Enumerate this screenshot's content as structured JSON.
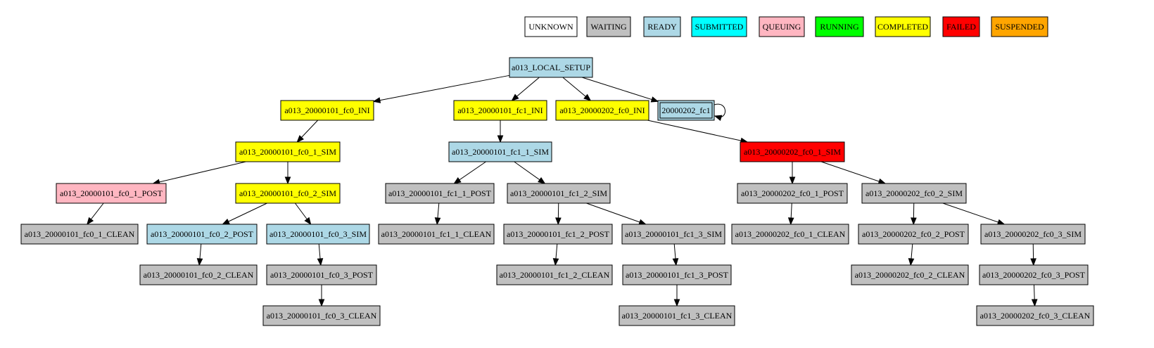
{
  "colors": {
    "UNKNOWN": "#ffffff",
    "WAITING": "#c0c0c0",
    "READY": "#add8e6",
    "SUBMITTED": "#00ffff",
    "QUEUING": "#ffb6c1",
    "RUNNING": "#00ff00",
    "COMPLETED": "#ffff00",
    "FAILED": "#ff0000",
    "SUSPENDED": "#ffa500"
  },
  "legend": [
    {
      "label": "UNKNOWN",
      "status": "UNKNOWN"
    },
    {
      "label": "WAITING",
      "status": "WAITING"
    },
    {
      "label": "READY",
      "status": "READY"
    },
    {
      "label": "SUBMITTED",
      "status": "SUBMITTED"
    },
    {
      "label": "QUEUING",
      "status": "QUEUING"
    },
    {
      "label": "RUNNING",
      "status": "RUNNING"
    },
    {
      "label": "COMPLETED",
      "status": "COMPLETED"
    },
    {
      "label": "FAILED",
      "status": "FAILED"
    },
    {
      "label": "SUSPENDED",
      "status": "SUSPENDED"
    }
  ],
  "nodes": [
    {
      "id": "local_setup",
      "label": "a013_LOCAL_SETUP",
      "status": "READY"
    },
    {
      "id": "fc0_ini",
      "label": "a013_20000101_fc0_INI",
      "status": "COMPLETED"
    },
    {
      "id": "fc1_ini",
      "label": "a013_20000101_fc1_INI",
      "status": "COMPLETED"
    },
    {
      "id": "b_fc0_ini",
      "label": "a013_20000202_fc0_INI",
      "status": "COMPLETED"
    },
    {
      "id": "b_fc1",
      "label": "20000202_fc1",
      "status": "READY",
      "double_border": true
    },
    {
      "id": "fc0_1_sim",
      "label": "a013_20000101_fc0_1_SIM",
      "status": "COMPLETED"
    },
    {
      "id": "fc1_1_sim",
      "label": "a013_20000101_fc1_1_SIM",
      "status": "READY"
    },
    {
      "id": "b_fc0_1_sim",
      "label": "a013_20000202_fc0_1_SIM",
      "status": "FAILED"
    },
    {
      "id": "fc0_1_post",
      "label": "a013_20000101_fc0_1_POST",
      "status": "QUEUING"
    },
    {
      "id": "fc0_2_sim",
      "label": "a013_20000101_fc0_2_SIM",
      "status": "COMPLETED"
    },
    {
      "id": "fc1_1_post",
      "label": "a013_20000101_fc1_1_POST",
      "status": "WAITING"
    },
    {
      "id": "fc1_2_sim",
      "label": "a013_20000101_fc1_2_SIM",
      "status": "WAITING"
    },
    {
      "id": "b_fc0_1_post",
      "label": "a013_20000202_fc0_1_POST",
      "status": "WAITING"
    },
    {
      "id": "b_fc0_2_sim",
      "label": "a013_20000202_fc0_2_SIM",
      "status": "WAITING"
    },
    {
      "id": "fc0_1_clean",
      "label": "a013_20000101_fc0_1_CLEAN",
      "status": "WAITING"
    },
    {
      "id": "fc0_2_post",
      "label": "a013_20000101_fc0_2_POST",
      "status": "READY"
    },
    {
      "id": "fc0_3_sim",
      "label": "a013_20000101_fc0_3_SIM",
      "status": "READY"
    },
    {
      "id": "fc1_1_clean",
      "label": "a013_20000101_fc1_1_CLEAN",
      "status": "WAITING"
    },
    {
      "id": "fc1_2_post",
      "label": "a013_20000101_fc1_2_POST",
      "status": "WAITING"
    },
    {
      "id": "fc1_3_sim",
      "label": "a013_20000101_fc1_3_SIM",
      "status": "WAITING"
    },
    {
      "id": "b_fc0_1_clean",
      "label": "a013_20000202_fc0_1_CLEAN",
      "status": "WAITING"
    },
    {
      "id": "b_fc0_2_post",
      "label": "a013_20000202_fc0_2_POST",
      "status": "WAITING"
    },
    {
      "id": "b_fc0_3_sim",
      "label": "a013_20000202_fc0_3_SIM",
      "status": "WAITING"
    },
    {
      "id": "fc0_2_clean",
      "label": "a013_20000101_fc0_2_CLEAN",
      "status": "WAITING"
    },
    {
      "id": "fc0_3_post",
      "label": "a013_20000101_fc0_3_POST",
      "status": "WAITING"
    },
    {
      "id": "fc1_2_clean",
      "label": "a013_20000101_fc1_2_CLEAN",
      "status": "WAITING"
    },
    {
      "id": "fc1_3_post",
      "label": "a013_20000101_fc1_3_POST",
      "status": "WAITING"
    },
    {
      "id": "b_fc0_2_clean",
      "label": "a013_20000202_fc0_2_CLEAN",
      "status": "WAITING"
    },
    {
      "id": "b_fc0_3_post",
      "label": "a013_20000202_fc0_3_POST",
      "status": "WAITING"
    },
    {
      "id": "fc0_3_clean",
      "label": "a013_20000101_fc0_3_CLEAN",
      "status": "WAITING"
    },
    {
      "id": "fc1_3_clean",
      "label": "a013_20000101_fc1_3_CLEAN",
      "status": "WAITING"
    },
    {
      "id": "b_fc0_3_clean",
      "label": "a013_20000202_fc0_3_CLEAN",
      "status": "WAITING"
    }
  ],
  "edges": [
    [
      "local_setup",
      "fc0_ini"
    ],
    [
      "local_setup",
      "fc1_ini"
    ],
    [
      "local_setup",
      "b_fc0_ini"
    ],
    [
      "local_setup",
      "b_fc1"
    ],
    [
      "b_fc1",
      "b_fc1"
    ],
    [
      "fc0_ini",
      "fc0_1_sim"
    ],
    [
      "fc1_ini",
      "fc1_1_sim"
    ],
    [
      "b_fc0_ini",
      "b_fc0_1_sim"
    ],
    [
      "fc0_1_sim",
      "fc0_1_post"
    ],
    [
      "fc0_1_sim",
      "fc0_2_sim"
    ],
    [
      "fc1_1_sim",
      "fc1_1_post"
    ],
    [
      "fc1_1_sim",
      "fc1_2_sim"
    ],
    [
      "b_fc0_1_sim",
      "b_fc0_1_post"
    ],
    [
      "b_fc0_1_sim",
      "b_fc0_2_sim"
    ],
    [
      "fc0_1_post",
      "fc0_1_clean"
    ],
    [
      "fc0_2_sim",
      "fc0_2_post"
    ],
    [
      "fc0_2_sim",
      "fc0_3_sim"
    ],
    [
      "fc1_1_post",
      "fc1_1_clean"
    ],
    [
      "fc1_2_sim",
      "fc1_2_post"
    ],
    [
      "fc1_2_sim",
      "fc1_3_sim"
    ],
    [
      "b_fc0_1_post",
      "b_fc0_1_clean"
    ],
    [
      "b_fc0_2_sim",
      "b_fc0_2_post"
    ],
    [
      "b_fc0_2_sim",
      "b_fc0_3_sim"
    ],
    [
      "fc0_2_post",
      "fc0_2_clean"
    ],
    [
      "fc0_3_sim",
      "fc0_3_post"
    ],
    [
      "fc1_2_post",
      "fc1_2_clean"
    ],
    [
      "fc1_3_sim",
      "fc1_3_post"
    ],
    [
      "b_fc0_2_post",
      "b_fc0_2_clean"
    ],
    [
      "b_fc0_3_sim",
      "b_fc0_3_post"
    ],
    [
      "fc0_3_post",
      "fc0_3_clean"
    ],
    [
      "fc1_3_post",
      "fc1_3_clean"
    ],
    [
      "b_fc0_3_post",
      "b_fc0_3_clean"
    ]
  ]
}
